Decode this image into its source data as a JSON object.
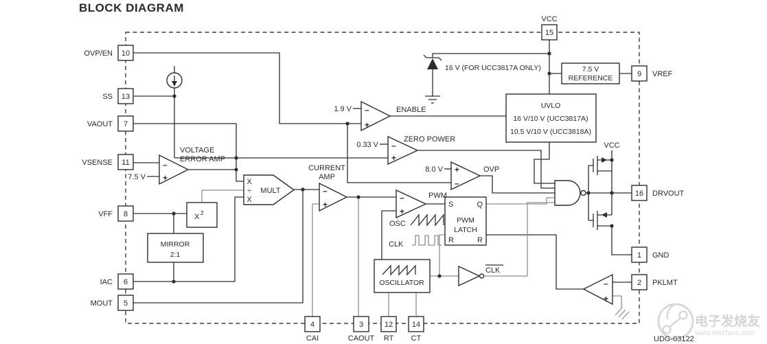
{
  "title": "BLOCK DIAGRAM",
  "pins": {
    "p10": {
      "num": "10",
      "label": "OVP/EN"
    },
    "p13": {
      "num": "13",
      "label": "SS"
    },
    "p7": {
      "num": "7",
      "label": "VAOUT"
    },
    "p11": {
      "num": "11",
      "label": "VSENSE"
    },
    "p8": {
      "num": "8",
      "label": "VFF"
    },
    "p6": {
      "num": "6",
      "label": "IAC"
    },
    "p5": {
      "num": "5",
      "label": "MOUT"
    },
    "p4": {
      "num": "4",
      "label": "CAI"
    },
    "p3": {
      "num": "3",
      "label": "CAOUT"
    },
    "p12": {
      "num": "12",
      "label": "RT"
    },
    "p14": {
      "num": "14",
      "label": "CT"
    },
    "p15": {
      "num": "15",
      "label": "VCC"
    },
    "p9": {
      "num": "9",
      "label": "VREF"
    },
    "p16": {
      "num": "16",
      "label": "DRVOUT"
    },
    "p1": {
      "num": "1",
      "label": "GND"
    },
    "p2": {
      "num": "2",
      "label": "PKLMT"
    }
  },
  "blocks": {
    "reference": {
      "line1": "7.5 V",
      "line2": "REFERENCE"
    },
    "uvlo": {
      "line1": "UVLO",
      "line2": "16 V/10 V (UCC3817A)",
      "line3": "10.5 V/10 V (UCC3818A)"
    },
    "squarer": {
      "base": "X",
      "exp": "2"
    },
    "mirror": {
      "line1": "MIRROR",
      "line2": "2:1"
    },
    "oscillator": {
      "label": "OSCILLATOR"
    },
    "latch": {
      "s": "S",
      "q": "Q",
      "r_left": "R",
      "r_right": "R",
      "line1": "PWM",
      "line2": "LATCH"
    },
    "mult": {
      "in_top": "X",
      "in_mid": "÷",
      "in_bottom": "X",
      "label": "MULT"
    }
  },
  "amps": {
    "error": {
      "label1": "VOLTAGE",
      "label2": "ERROR AMP",
      "ref": "7.5 V",
      "minus": "–",
      "plus": "+"
    },
    "enable": {
      "label": "ENABLE",
      "ref": "1.9 V",
      "minus": "–",
      "plus": "+"
    },
    "zero_power": {
      "label": "ZERO POWER",
      "ref": "0.33 V",
      "minus": "–",
      "plus": "+"
    },
    "current": {
      "label1": "CURRENT",
      "label2": "AMP",
      "minus": "–",
      "plus": "+"
    },
    "pwm": {
      "label": "PWM",
      "minus": "–",
      "plus": "+"
    },
    "ovp": {
      "label": "OVP",
      "ref": "8.0 V",
      "plus": "+",
      "minus": "–"
    },
    "pklmt": {
      "minus": "–",
      "plus": "+"
    }
  },
  "annotations": {
    "zener": "16 V (FOR UCC3817A ONLY)",
    "osc": "OSC",
    "clk": "CLK",
    "clk_bar": "CLK",
    "vcc_rail": "VCC",
    "vcc_driver": "VCC"
  },
  "footer": {
    "code": "UDG-03122"
  },
  "watermark": {
    "brand": "电子发烧友",
    "site": "www.elecfans.com"
  },
  "colors": {
    "line": "#2d2d2d",
    "line_gray": "#8f8f8f",
    "text": "#2a2a2a",
    "watermark": "#d5d5d5"
  }
}
